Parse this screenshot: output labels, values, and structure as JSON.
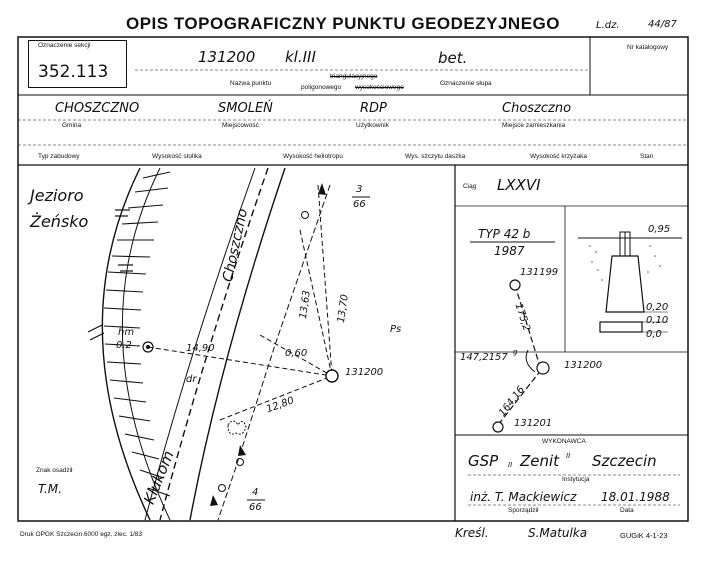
{
  "header": {
    "title": "OPIS TOPOGRAFICZNY PUNKTU GEODEZYJNEGO",
    "ldz_label": "L.dz.",
    "ldz_value": "44/87"
  },
  "section": {
    "label": "Oznaczenie sekcji",
    "value": "352.113"
  },
  "catalog": {
    "label": "Nr katalogowy"
  },
  "point": {
    "number": "131200",
    "class": "kl.III",
    "pillar": "bet.",
    "name_label": "Nazwa punktu",
    "type_line1": "triangulacyjnego",
    "type_line2_a": "poligonowego",
    "type_line2_b": "wysokościowego",
    "pillar_label": "Oznaczenie słupa"
  },
  "location": {
    "gmina_label": "Gmina",
    "gmina": "CHOSZCZNO",
    "miejsc_label": "Miejscowość",
    "miejsc": "SMOLEŃ",
    "user_label": "Użytkownik",
    "user": "RDP",
    "place_label": "Miejsce zamieszkania",
    "place": "Choszczno"
  },
  "columns": [
    "Typ zabudowy",
    "Wysokość stolika",
    "Wysokość heliotropu",
    "Wys. szczytu daszka",
    "Wysokość krzyżaka",
    "Stan"
  ],
  "map": {
    "lake": "Jezioro",
    "lake2": "Żeńsko",
    "road_n": "Choszczno",
    "road_s": "Klukom",
    "ps": "Ps",
    "dr": "dr",
    "hm": "hm",
    "hm_val": "0,2",
    "point": "131200",
    "d1": "14,90",
    "d2": "0,60",
    "d3": "12,80",
    "d4": "13,63",
    "d5": "13,70",
    "ref_n_num": "3",
    "ref_n_den": "66",
    "ref_s_num": "4",
    "ref_s_den": "66",
    "sign_label": "Znak osadził",
    "sign": "T.M."
  },
  "ciag": {
    "label": "Ciąg",
    "value": "LXXVI"
  },
  "type": {
    "label": "TYP 42 b",
    "year": "1987"
  },
  "depths": {
    "d1": "0,95",
    "d2": "0,20",
    "d3": "0,10",
    "d4": "0,0"
  },
  "traverse": {
    "p1": "131199",
    "p2": "131200",
    "p3": "131201",
    "angle": "147,2157",
    "angle_unit": "g",
    "l1": "175,2",
    "l2": "164,16"
  },
  "exec": {
    "label": "WYKONAWCA",
    "company": "GSP",
    "company_sub": "II",
    "zenit": "Zenit",
    "zenit_sub": "II",
    "city": "Szczecin",
    "inst_label": "Instytucja",
    "person": "inż. T. Mackiewicz",
    "date": "18.01.1988",
    "sporz": "Sporządził",
    "data_label": "Data"
  },
  "footer": {
    "print": "Druk OPGK Szczecin 6000 egz. zlec. 1/83",
    "kresl": "Kreśl.",
    "kresl_name": "S.Matulka",
    "code": "GUGiK 4-1-23"
  }
}
